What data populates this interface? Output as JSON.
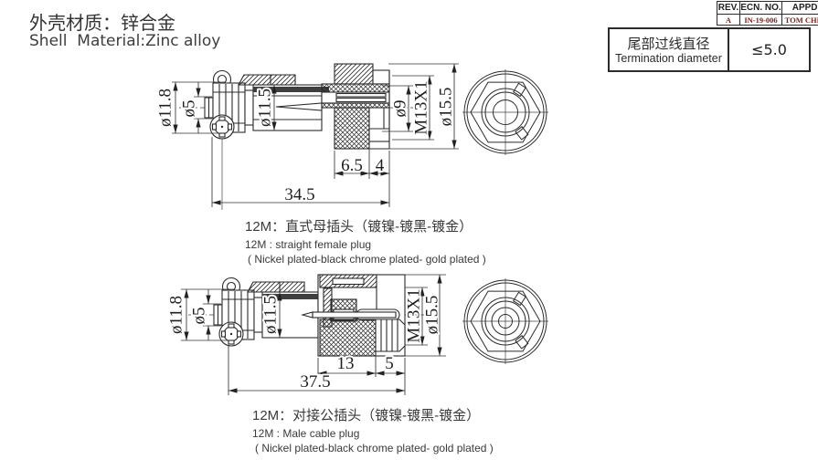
{
  "header": {
    "title_cn": "外壳材质：锌合金",
    "title_en": "Shell  Material:Zinc alloy"
  },
  "rev_table": {
    "headers": [
      "REV.",
      "ECN. NO.",
      "APPD."
    ],
    "row": [
      "A",
      "IN-19-006",
      "TOM CHEN"
    ]
  },
  "spec_box": {
    "label_cn": "尾部过线直径",
    "label_en": "Termination diameter",
    "value": "≤5.0"
  },
  "drawing1": {
    "dims": {
      "d118": "ø11.8",
      "d5": "ø5",
      "d115": "ø11.5",
      "d9": "ø9",
      "thread": "M13X1",
      "d155": "ø15.5",
      "len1": "6.5",
      "len2": "4",
      "total": "34.5"
    },
    "caption_cn": "12M：直式母插头（镀镍-镀黑-镀金）",
    "caption_en": "12M : straight female plug",
    "caption_plating": "( Nickel plated-black chrome plated- gold plated )"
  },
  "drawing2": {
    "dims": {
      "d118": "ø11.8",
      "d5": "ø5",
      "d115": "ø11.5",
      "thread": "M13X1",
      "d155": "ø15.5",
      "len1": "13",
      "len2": "5",
      "total": "37.5"
    },
    "caption_cn": "12M：对接公插头（镀镍-镀黑-镀金）",
    "caption_en": "12M : Male cable plug",
    "caption_plating": "( Nickel plated-black chrome plated- gold plated )"
  }
}
